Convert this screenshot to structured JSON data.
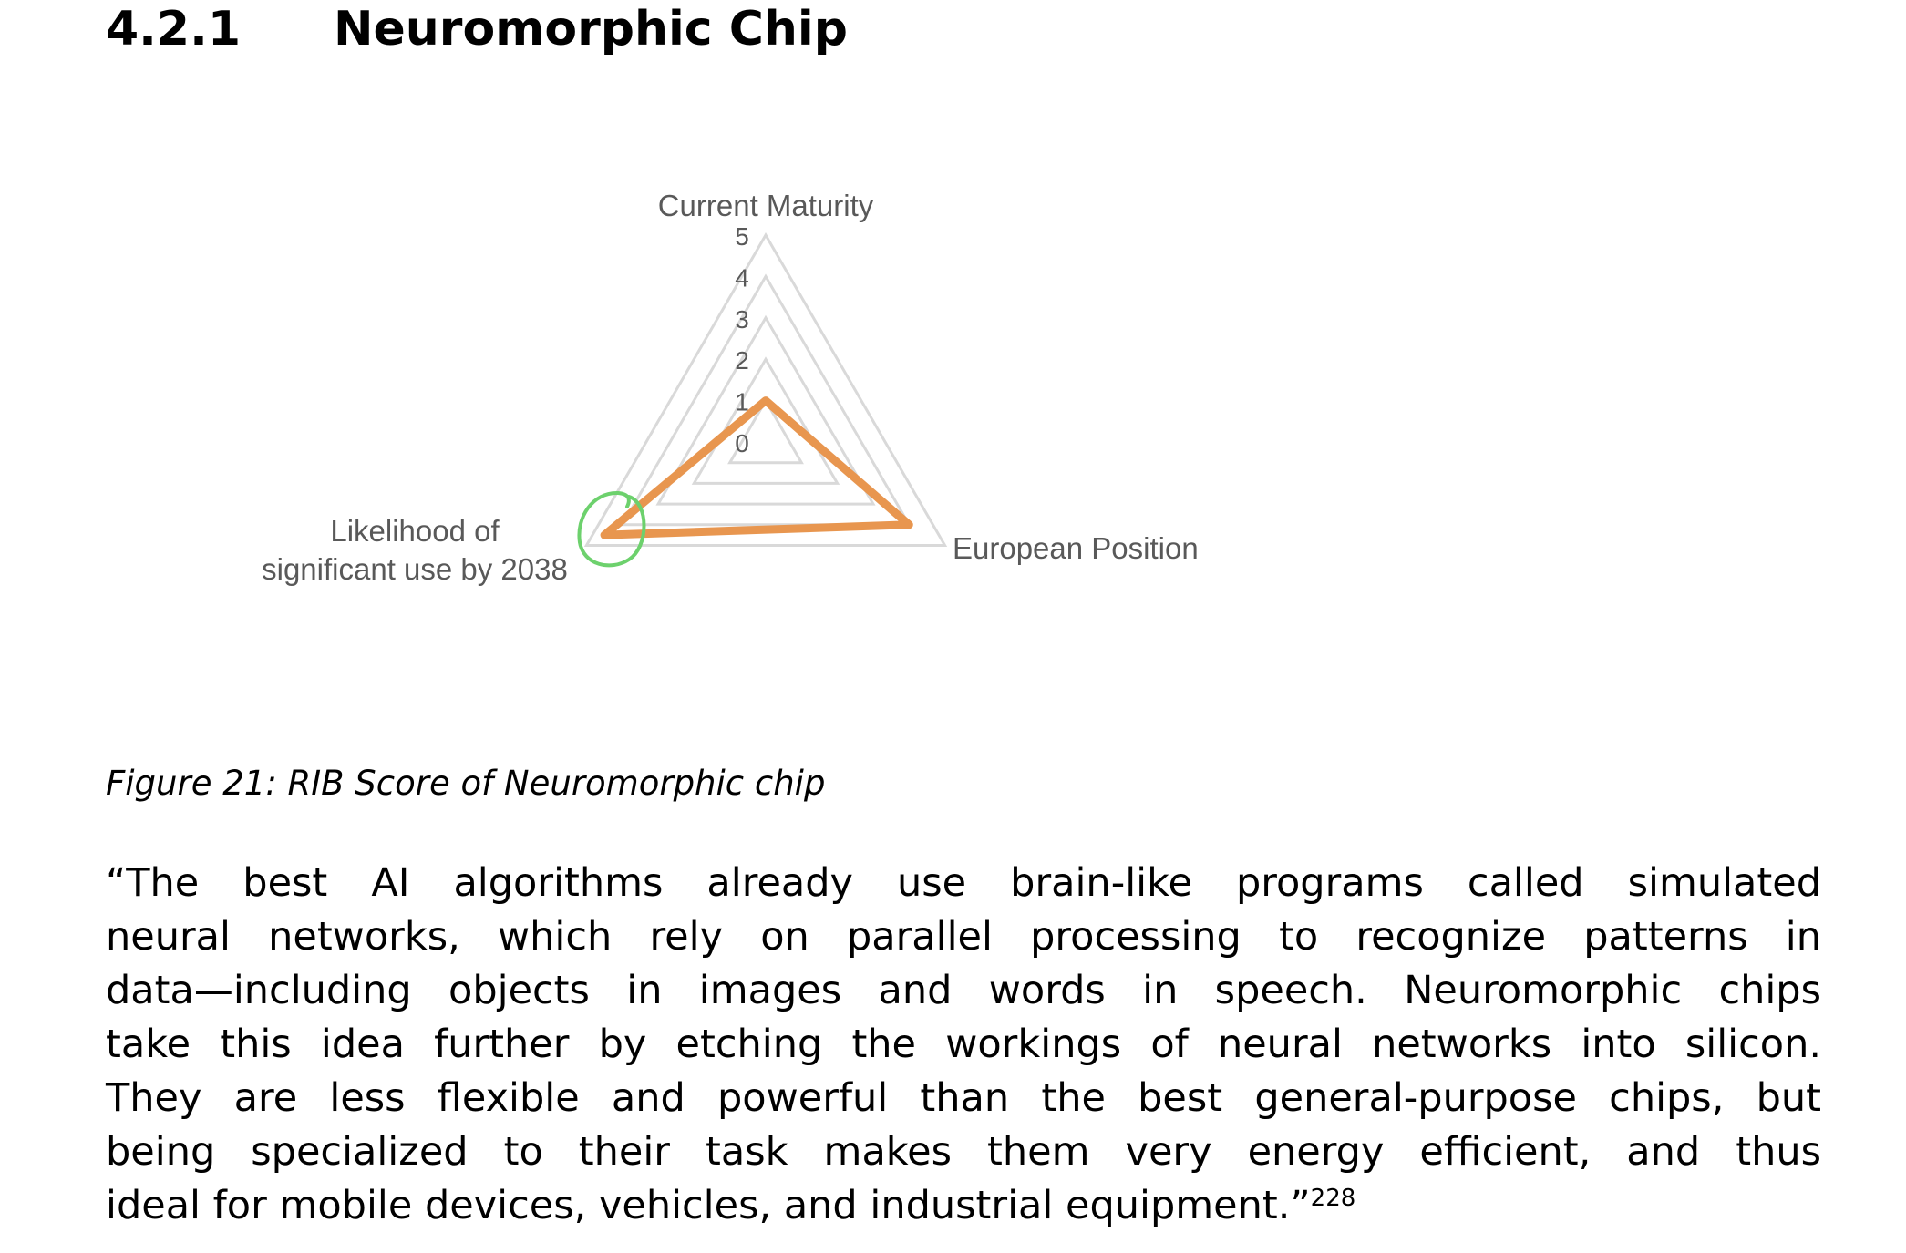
{
  "heading": {
    "number": "4.2.1",
    "title": "Neuromorphic Chip"
  },
  "figure_caption": "Figure 21: RIB Score of Neuromorphic chip",
  "paragraph": {
    "lines": [
      "“The best AI algorithms already use brain-like programs called simulated",
      "neural networks, which rely on parallel processing to recognize patterns in",
      "data—including objects in images and words in speech. Neuromorphic chips",
      "take this idea further by etching the workings of neural networks into silicon.",
      "They are less flexible and powerful than the best general-purpose chips, but",
      "being specialized to their task makes them very energy efficient, and thus",
      "ideal for mobile devices, vehicles, and industrial equipment.”"
    ],
    "footnote": "228"
  },
  "chart_data": {
    "type": "radar",
    "title": "",
    "axes": [
      "Current Maturity",
      "European Position",
      "Likelihood of significant use by 2038"
    ],
    "axis_label_lines": [
      [
        "Current Maturity"
      ],
      [
        "European Position"
      ],
      [
        "Likelihood of",
        "significant use by 2038"
      ]
    ],
    "range": [
      0,
      5
    ],
    "ticks": [
      "0",
      "1",
      "2",
      "3",
      "4",
      "5"
    ],
    "series": [
      {
        "name": "Neuromorphic chip",
        "values": [
          1,
          4,
          4.5
        ],
        "color": "#E8964F"
      }
    ],
    "grid_color": "#D9D9D9",
    "label_color": "#595959",
    "annotation": {
      "type": "hand-drawn circle",
      "target": "Likelihood of significant use by 2038",
      "color": "#6DD16D"
    }
  }
}
